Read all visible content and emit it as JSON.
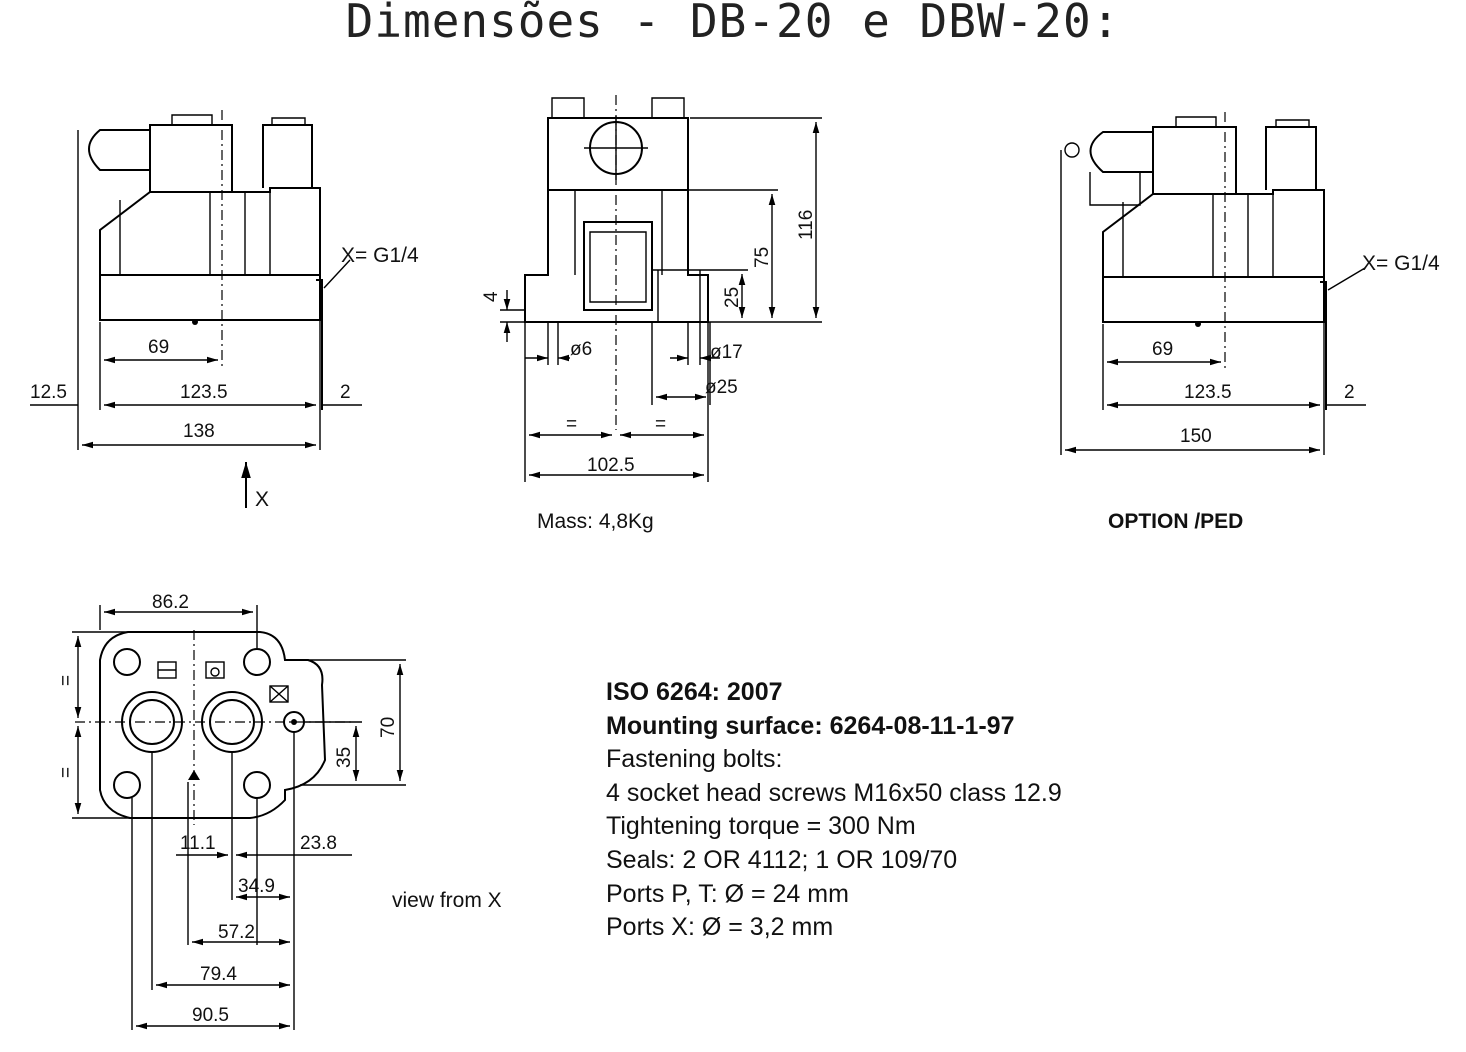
{
  "title": "Dimensões - DB-20 e DBW-20:",
  "views": {
    "side": {
      "port_label": "X= G1/4",
      "d_69": "69",
      "d_12_5": "12.5",
      "d_123_5": "123.5",
      "d_2": "2",
      "d_138": "138",
      "arrow_label": "X"
    },
    "front": {
      "d_4": "4",
      "d_116": "116",
      "d_75": "75",
      "d_25": "25",
      "d_o6": "ø6",
      "d_o17": "ø17",
      "d_o25": "ø25",
      "eq1": "=",
      "eq2": "=",
      "d_102_5": "102.5",
      "mass": "Mass: 4,8Kg"
    },
    "option": {
      "port_label": "X= G1/4",
      "d_69": "69",
      "d_123_5": "123.5",
      "d_2": "2",
      "d_150": "150",
      "caption": "OPTION /PED"
    },
    "bottom": {
      "d_86_2": "86.2",
      "eq_top": "=",
      "eq_bottom": "=",
      "d_70": "70",
      "d_35": "35",
      "d_11_1": "11.1",
      "d_23_8": "23.8",
      "d_34_9": "34.9",
      "d_57_2": "57.2",
      "d_79_4": "79.4",
      "d_90_5": "90.5",
      "caption": "view from X"
    }
  },
  "specs": {
    "iso": "ISO 6264: 2007",
    "mounting": "Mounting surface: 6264-08-11-1-97",
    "fastening": "Fastening bolts:",
    "screws": "4 socket head screws M16x50 class 12.9",
    "torque": "Tightening torque = 300 Nm",
    "seals": "Seals: 2 OR 4112; 1 OR 109/70",
    "ports_pt": "Ports P, T: Ø = 24 mm",
    "ports_x": "Ports X: Ø = 3,2 mm"
  }
}
